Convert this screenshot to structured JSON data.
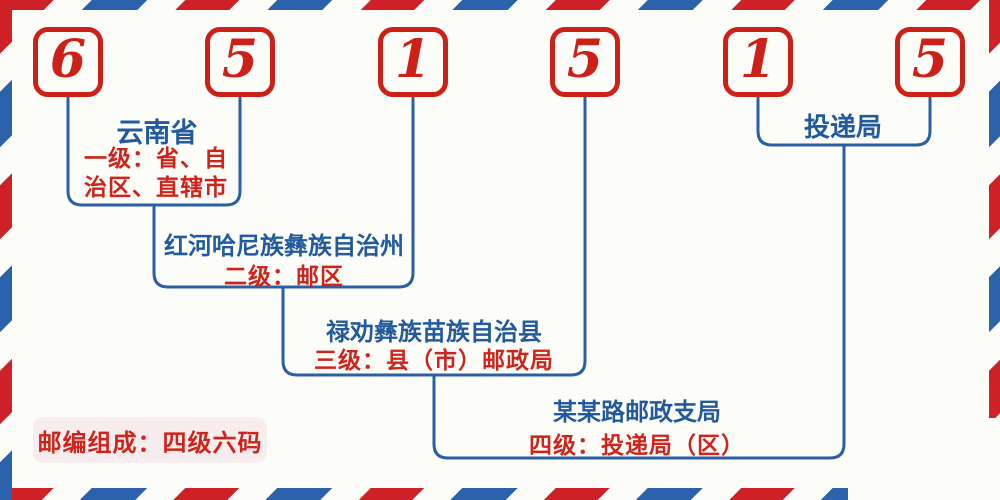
{
  "code": {
    "digits": [
      "6",
      "5",
      "1",
      "5",
      "1",
      "5"
    ]
  },
  "levels": [
    {
      "place": "云南省",
      "level": "一级：省、自\n治区、直辖市"
    },
    {
      "place": "红河哈尼族彝族自治州",
      "level": "二级：邮区"
    },
    {
      "place": "禄劝彝族苗族自治县",
      "level": "三级：县（市）邮政局"
    },
    {
      "place": "某某路邮政支局",
      "level": "四级：投递局（区）"
    }
  ],
  "delivery_office_label": "投递局",
  "badge": {
    "text": "邮编组成：四级六码"
  },
  "colors": {
    "digit_red": "#cc2018",
    "text_red": "#cf241b",
    "text_blue": "#235a9e",
    "line_blue": "#2b5fa4",
    "stripe_red": "#cd2127",
    "stripe_blue": "#2b62ab",
    "badge_background": "#f7edee",
    "background": "#fcfcf9"
  }
}
